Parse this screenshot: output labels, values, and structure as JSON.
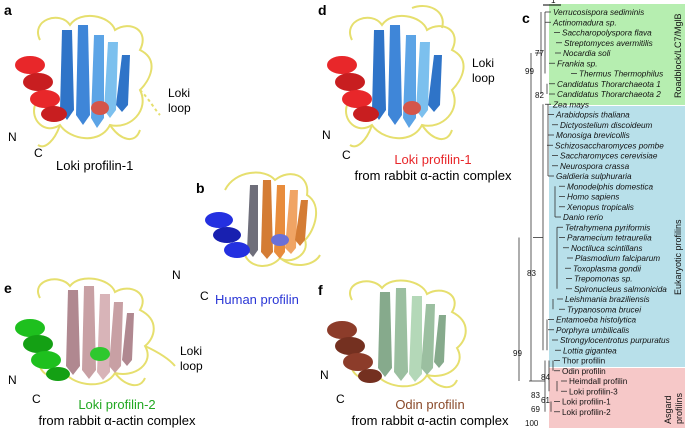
{
  "colors": {
    "loop": "#e6df6e",
    "red_helix": "#e8272a",
    "blue_sheet": "#3f86d8",
    "human_blue": "#2430e0",
    "human_orange": "#e88c3c",
    "green_helix": "#1ec01e",
    "pink_sheet": "#c8a0a4",
    "odin_brown": "#8c3c2a",
    "odin_sheet": "#9bbfa0",
    "roadblock_bg": "#b6eeb0",
    "eukaryotic_bg": "#b8e0ea",
    "asgard_bg": "#f6c8c8",
    "red_text": "#e8272a",
    "blue_text": "#2a36d6",
    "green_text": "#22a822",
    "brown_text": "#8a4a2a"
  },
  "panels": {
    "a": {
      "letter": "a",
      "n": "N",
      "c": "C",
      "loop_label": "Loki\nloop",
      "caption": "Loki profilin-1"
    },
    "b": {
      "letter": "b",
      "n": "N",
      "c": "C",
      "caption": "Human profilin"
    },
    "d": {
      "letter": "d",
      "n": "N",
      "c": "C",
      "loop_label": "Loki\nloop",
      "caption1": "Loki profilin-1",
      "caption2": "from rabbit α-actin complex"
    },
    "e": {
      "letter": "e",
      "n": "N",
      "c": "C",
      "loop_label": "Loki\nloop",
      "caption1": "Loki profilin-2",
      "caption2": "from rabbit α-actin complex"
    },
    "f": {
      "letter": "f",
      "n": "N",
      "c": "C",
      "caption1": "Odin profilin",
      "caption2": "from rabbit α-actin complex"
    }
  },
  "tree": {
    "letter": "c",
    "scale_label": "1",
    "groups": {
      "roadblock": "Roadblock/LC7/MglB",
      "eukaryotic": "Eukaryotic profilins",
      "asgard": "Asgard\nprofilins"
    },
    "taxa": [
      "Verrucosispora sediminis",
      "Actinomadura sp.",
      "Saccharopolyspora flava",
      "Streptomyces avermitilis",
      "Nocardia soli",
      "Frankia sp.",
      "Thermus Thermophilus",
      "Candidatus Thorarchaeota 1",
      "Candidatus Thorarchaeota 2",
      "Zea mays",
      "Arabidopsis thaliana",
      "Dictyostelium discoideum",
      "Monosiga brevicollis",
      "Schizosaccharomyces pombe",
      "Saccharomyces cerevisiae",
      "Neurospora crassa",
      "Galdieria sulphuraria",
      "Monodelphis domestica",
      "Homo sapiens",
      "Xenopus tropicalis",
      "Danio rerio",
      "Tetrahymena pyriformis",
      "Paramecium tetraurelia",
      "Noctiluca scintillans",
      "Plasmodium falciparum",
      "Toxoplasma gondii",
      "Trepomonas sp.",
      "Spironucleus salmonicida",
      "Leishmania braziliensis",
      "Trypanosoma brucei",
      "Entamoeba histolytica",
      "Porphyra umbilicalis",
      "Strongylocentrotus purpuratus",
      "Lottia gigantea",
      "Thor profilin",
      "Odin profilin",
      "Heimdall profilin",
      "Loki profilin-3",
      "Loki profilin-1",
      "Loki profilin-2"
    ],
    "bootstraps": [
      "77",
      "99",
      "82",
      "83",
      "99",
      "84",
      "83",
      "61",
      "69",
      "100"
    ]
  }
}
